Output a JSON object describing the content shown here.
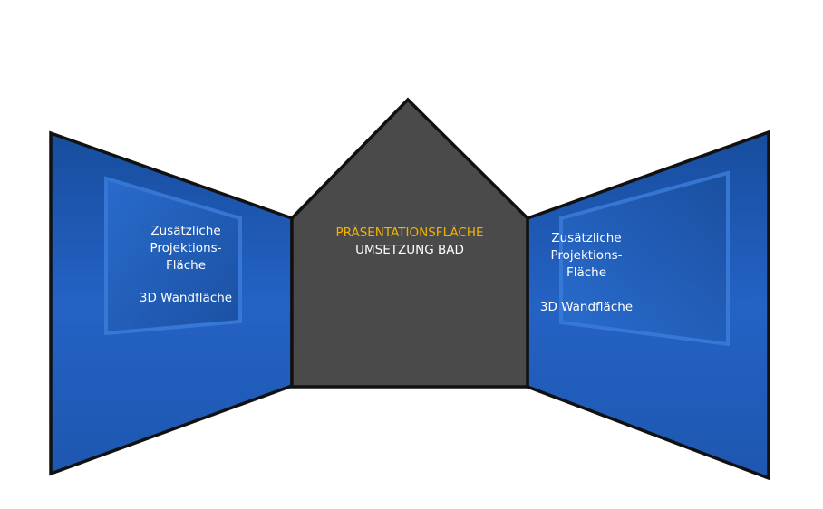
{
  "center_panel": {
    "title": "PRÄSENTATIONSFLÄCHE",
    "subtitle": "UMSETZUNG BAD"
  },
  "left_panel": {
    "line1": "Zusätzliche",
    "line2": "Projektions-",
    "line3": "Fläche",
    "line4": "3D Wandfläche"
  },
  "right_panel": {
    "line1": "Zusätzliche",
    "line2": "Projektions-",
    "line3": "Fläche",
    "line4": "3D Wandfläche"
  },
  "colors": {
    "wall_blue": "#1f5fbf",
    "center_gray": "#4a4a4a",
    "title_yellow": "#f2b300",
    "outline": "#111111"
  }
}
